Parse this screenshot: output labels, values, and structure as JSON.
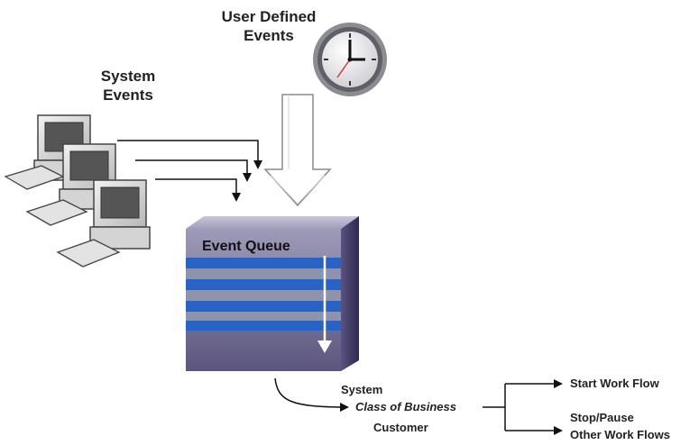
{
  "labels": {
    "user_defined_events_line1": "User Defined",
    "user_defined_events_line2": "Events",
    "system_events_line1": "System",
    "system_events_line2": "Events",
    "event_queue": "Event Queue",
    "categories": [
      "System",
      "Class of Business",
      "Customer"
    ],
    "outcomes": {
      "start": "Start Work Flow",
      "stop_line1": "Stop/Pause",
      "stop_line2": "Other Work Flows"
    }
  },
  "icons": [
    "clock-icon",
    "computer-icon",
    "queue-cube-icon",
    "hollow-arrow-icon"
  ],
  "colors": {
    "queue_blue": "#2a63c6",
    "queue_gray": "#8b8fa6",
    "queue_top": "#a9a7bf",
    "queue_side": "#4a4370"
  }
}
